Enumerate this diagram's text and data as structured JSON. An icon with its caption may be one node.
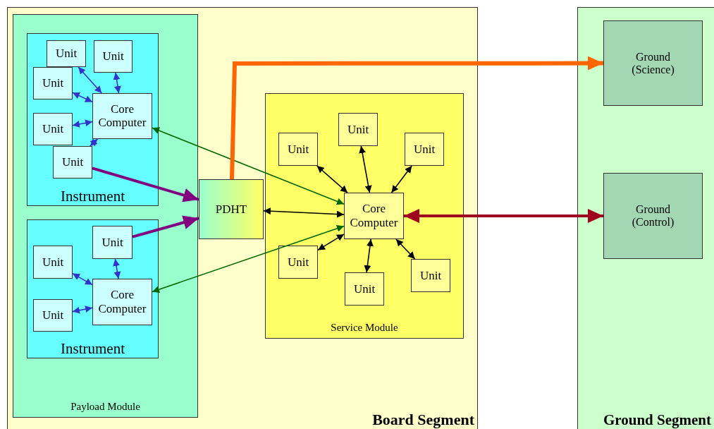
{
  "diagram": {
    "nodes": [
      {
        "text": [
          "Board Segment"
        ]
      },
      {
        "text": [
          "Payload Module"
        ],
        "in": 0
      },
      {
        "text": [
          "Instrument"
        ],
        "in": 1
      },
      {
        "text": [
          "Unit"
        ],
        "in": 2
      },
      {
        "text": [
          "Unit"
        ],
        "in": 2
      },
      {
        "text": [
          "Unit"
        ],
        "in": 2
      },
      {
        "text": [
          "Core Computer"
        ],
        "in": 2
      },
      {
        "text": [
          "Unit"
        ],
        "in": 2
      },
      {
        "text": [
          "Unit"
        ],
        "in": 2
      },
      {
        "text": [
          "Instrument"
        ],
        "in": 1
      },
      {
        "text": [
          "Unit"
        ],
        "in": 9
      },
      {
        "text": [
          "Unit"
        ],
        "in": 9
      },
      {
        "text": [
          "Core Computer"
        ],
        "in": 9
      },
      {
        "text": [
          "Unit"
        ],
        "in": 9
      },
      {
        "text": [
          "PDHT"
        ],
        "in": 0
      },
      {
        "text": [
          "Service Module"
        ],
        "in": 0
      },
      {
        "text": [
          "Unit"
        ],
        "in": 15
      },
      {
        "text": [
          "Unit"
        ],
        "in": 15
      },
      {
        "text": [
          "Unit"
        ],
        "in": 15
      },
      {
        "text": [
          "Core Computer"
        ],
        "in": 15
      },
      {
        "text": [
          "Unit"
        ],
        "in": 15
      },
      {
        "text": [
          "Unit"
        ],
        "in": 15
      },
      {
        "text": [
          "Unit"
        ],
        "in": 15
      },
      {
        "text": [
          "Ground Segment"
        ]
      },
      {
        "text": [
          "Ground (Science)"
        ],
        "in": 23
      },
      {
        "text": [
          "Ground (Control)"
        ],
        "in": 23
      }
    ],
    "edges": [
      {
        "from": 3,
        "to": 6,
        "arrow": "both",
        "color": "#3333cc"
      },
      {
        "from": 4,
        "to": 6,
        "arrow": "both",
        "color": "#3333cc"
      },
      {
        "from": 5,
        "to": 6,
        "arrow": "both",
        "color": "#3333cc"
      },
      {
        "from": 7,
        "to": 6,
        "arrow": "both",
        "color": "#3333cc"
      },
      {
        "from": 8,
        "to": 6,
        "arrow": "both",
        "color": "#3333cc"
      },
      {
        "from": 10,
        "to": 12,
        "arrow": "both",
        "color": "#3333cc"
      },
      {
        "from": 11,
        "to": 12,
        "arrow": "both",
        "color": "#3333cc"
      },
      {
        "from": 13,
        "to": 12,
        "arrow": "both",
        "color": "#3333cc"
      },
      {
        "from": 8,
        "to": 14,
        "arrow": "to",
        "style": "thick",
        "color": "#800080"
      },
      {
        "from": 10,
        "to": 14,
        "arrow": "to",
        "style": "thick",
        "color": "#800080"
      },
      {
        "from": 6,
        "to": 19,
        "arrow": "both",
        "color": "#006600"
      },
      {
        "from": 12,
        "to": 19,
        "arrow": "both",
        "color": "#006600"
      },
      {
        "from": 14,
        "to": 19,
        "arrow": "both",
        "color": "#000000"
      },
      {
        "from": 16,
        "to": 19,
        "arrow": "both",
        "color": "#000000"
      },
      {
        "from": 17,
        "to": 19,
        "arrow": "both",
        "color": "#000000"
      },
      {
        "from": 18,
        "to": 19,
        "arrow": "both",
        "color": "#000000"
      },
      {
        "from": 20,
        "to": 19,
        "arrow": "both",
        "color": "#000000"
      },
      {
        "from": 21,
        "to": 19,
        "arrow": "both",
        "color": "#000000"
      },
      {
        "from": 22,
        "to": 19,
        "arrow": "both",
        "color": "#000000"
      },
      {
        "from": 14,
        "to": 24,
        "arrow": "to",
        "style": "thick",
        "color": "#ff6600"
      },
      {
        "from": 19,
        "to": 25,
        "arrow": "both",
        "style": "thick",
        "color": "#a00020"
      }
    ]
  }
}
